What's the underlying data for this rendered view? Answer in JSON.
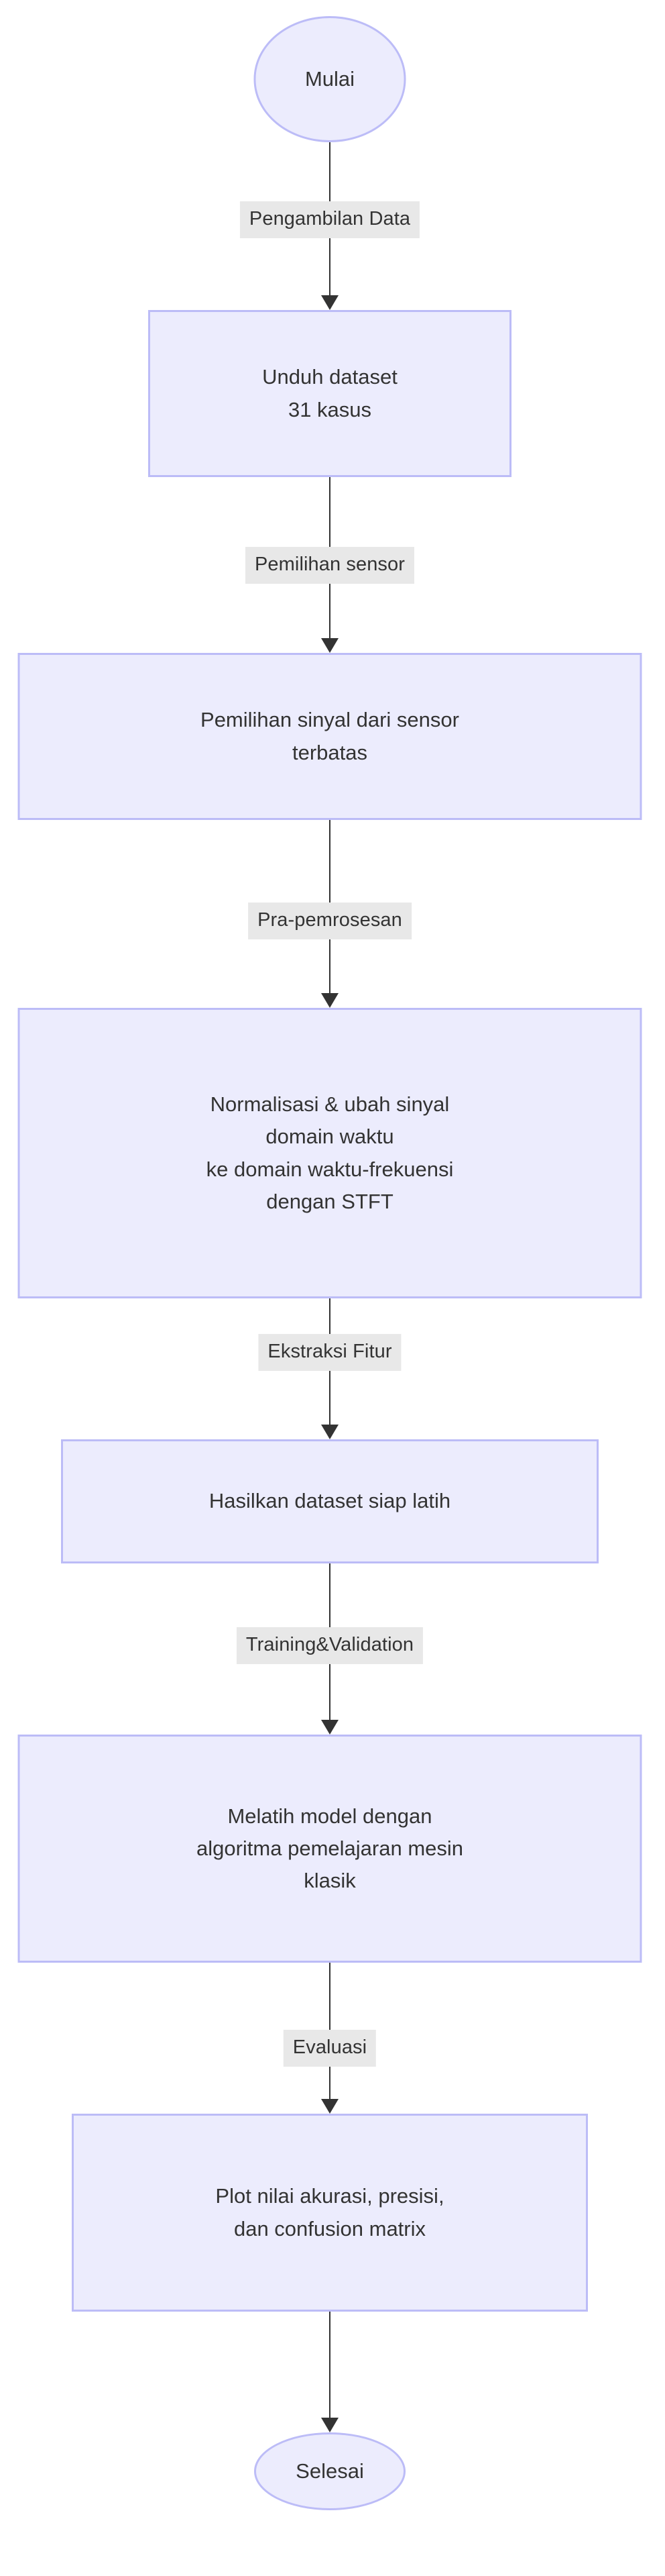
{
  "diagram": {
    "type": "flowchart",
    "orientation": "top-to-bottom",
    "language": "id",
    "colors": {
      "node_fill": "#ececfd",
      "node_border": "#bcbcf7",
      "edge_label_bg": "#e8e8e8",
      "text": "#333333",
      "connector": "#333333",
      "canvas": "#ffffff"
    },
    "nodes": [
      {
        "id": "mulai",
        "shape": "stadium",
        "label": "Mulai"
      },
      {
        "id": "unduh",
        "shape": "rect",
        "label": "Unduh dataset\n31 kasus"
      },
      {
        "id": "pemilihan",
        "shape": "rect",
        "label": "Pemilihan sinyal dari sensor\nterbatas"
      },
      {
        "id": "normalisasi",
        "shape": "rect",
        "label": "Normalisasi & ubah sinyal\ndomain waktu\nke domain waktu-frekuensi\ndengan STFT"
      },
      {
        "id": "hasilkan",
        "shape": "rect",
        "label": "Hasilkan dataset siap latih"
      },
      {
        "id": "melatih",
        "shape": "rect",
        "label": "Melatih model dengan\nalgoritma pemelajaran mesin\nklasik"
      },
      {
        "id": "plot",
        "shape": "rect",
        "label": "Plot nilai akurasi, presisi,\ndan confusion matrix"
      },
      {
        "id": "selesai",
        "shape": "stadium",
        "label": "Selesai"
      }
    ],
    "edges": [
      {
        "from": "mulai",
        "to": "unduh",
        "label": "Pengambilan Data"
      },
      {
        "from": "unduh",
        "to": "pemilihan",
        "label": "Pemilihan sensor"
      },
      {
        "from": "pemilihan",
        "to": "normalisasi",
        "label": "Pra-pemrosesan"
      },
      {
        "from": "normalisasi",
        "to": "hasilkan",
        "label": "Ekstraksi Fitur"
      },
      {
        "from": "hasilkan",
        "to": "melatih",
        "label": "Training&Validation"
      },
      {
        "from": "melatih",
        "to": "plot",
        "label": "Evaluasi"
      },
      {
        "from": "plot",
        "to": "selesai",
        "label": ""
      }
    ]
  }
}
